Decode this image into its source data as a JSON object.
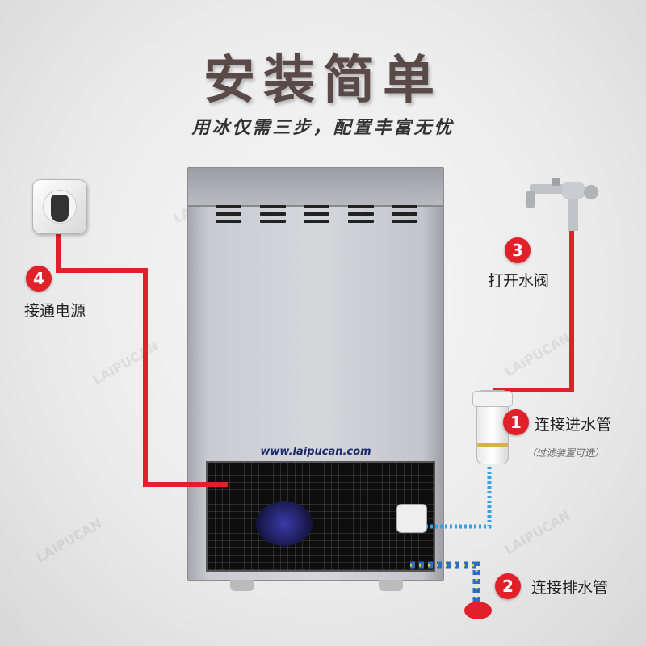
{
  "title": "安装简单",
  "subtitle": "用冰仅需三步，配置丰富无忧",
  "brand_url": "www.laipucan.com",
  "steps": [
    {
      "number": "1",
      "label": "连接进水管",
      "note": "（过滤装置可选）"
    },
    {
      "number": "2",
      "label": "连接排水管"
    },
    {
      "number": "3",
      "label": "打开水阀"
    },
    {
      "number": "4",
      "label": "接通电源"
    }
  ],
  "colors": {
    "accent_red": "#e2202a",
    "water_blue": "#3aa0e0",
    "title": "#5a4a47"
  },
  "icons": {
    "plug": "power-socket-icon",
    "faucet": "water-tap-icon",
    "filter": "water-filter-icon"
  }
}
